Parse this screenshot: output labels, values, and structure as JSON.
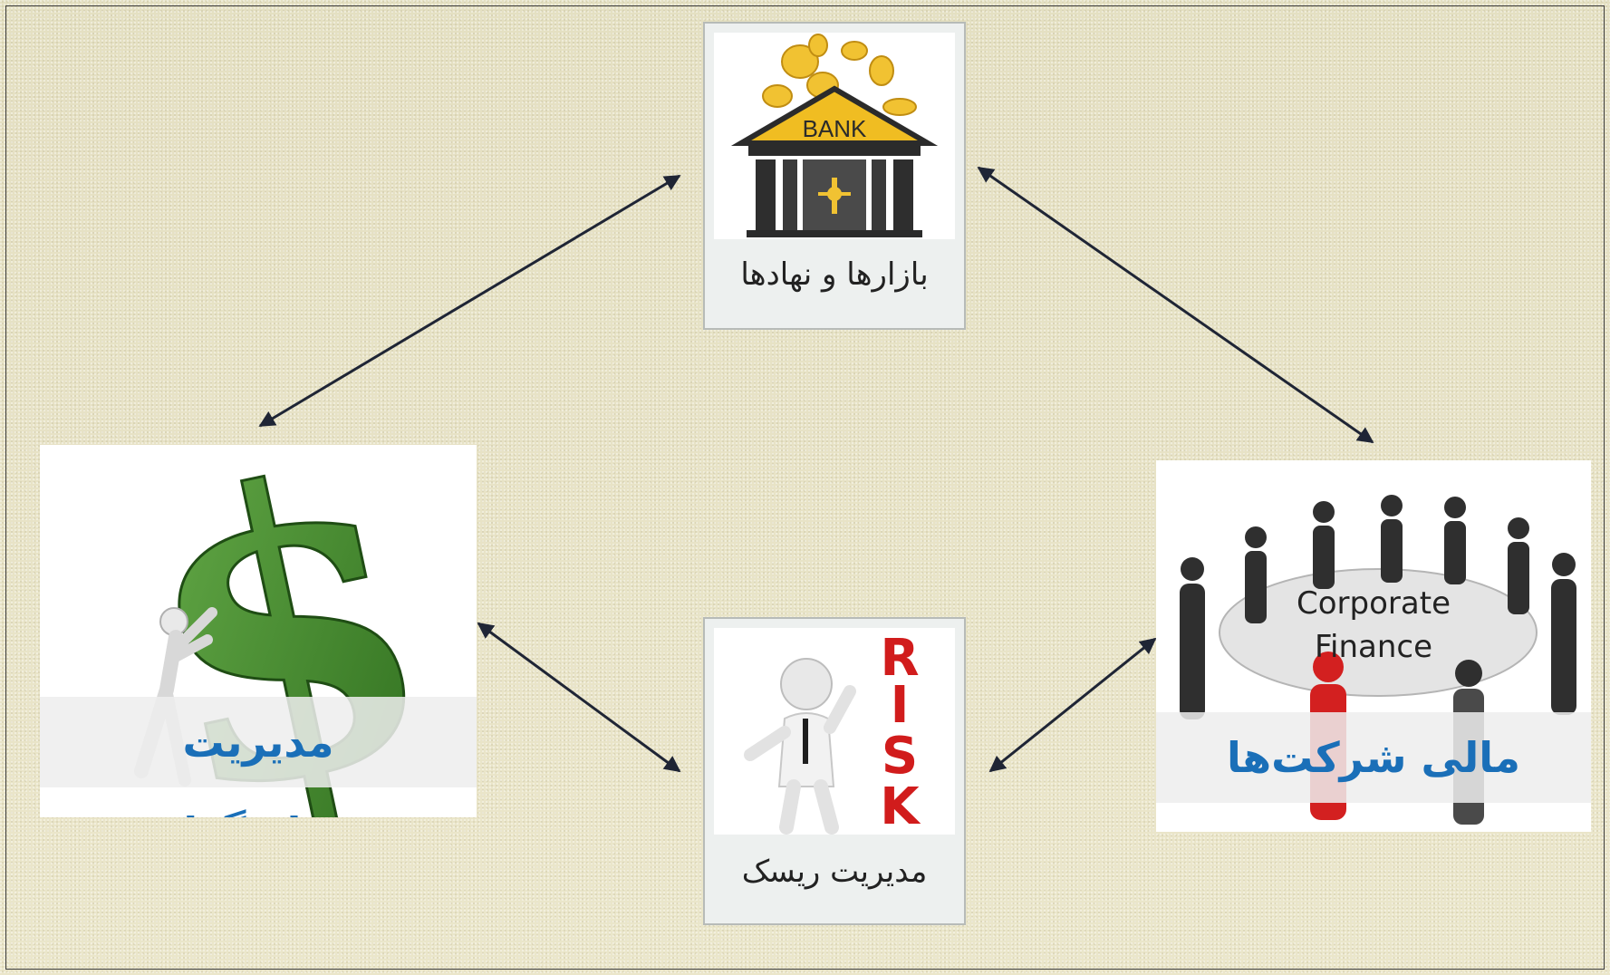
{
  "nodes": {
    "markets": {
      "label": "بازارها و نهادها",
      "sign_text": "BANK"
    },
    "investment": {
      "label": "مدیریت سرمایه‌گذاری"
    },
    "corporate": {
      "label": "مالی شرکت‌ها",
      "line1": "Corporate",
      "line2": "Finance"
    },
    "risk": {
      "label": "مدیریت ریسک",
      "word_letters": [
        "R",
        "I",
        "S",
        "K"
      ]
    }
  },
  "colors": {
    "background": "#e9e4c6",
    "arrow": "#1f2535",
    "highlight_text": "#1a6fb8",
    "money_green": "#3f8a2b",
    "risk_red": "#d11c1c"
  },
  "edges": [
    {
      "from": "markets",
      "to": "investment",
      "bidirectional": true
    },
    {
      "from": "markets",
      "to": "corporate",
      "bidirectional": true
    },
    {
      "from": "investment",
      "to": "risk",
      "bidirectional": true
    },
    {
      "from": "risk",
      "to": "corporate",
      "bidirectional": true
    }
  ]
}
